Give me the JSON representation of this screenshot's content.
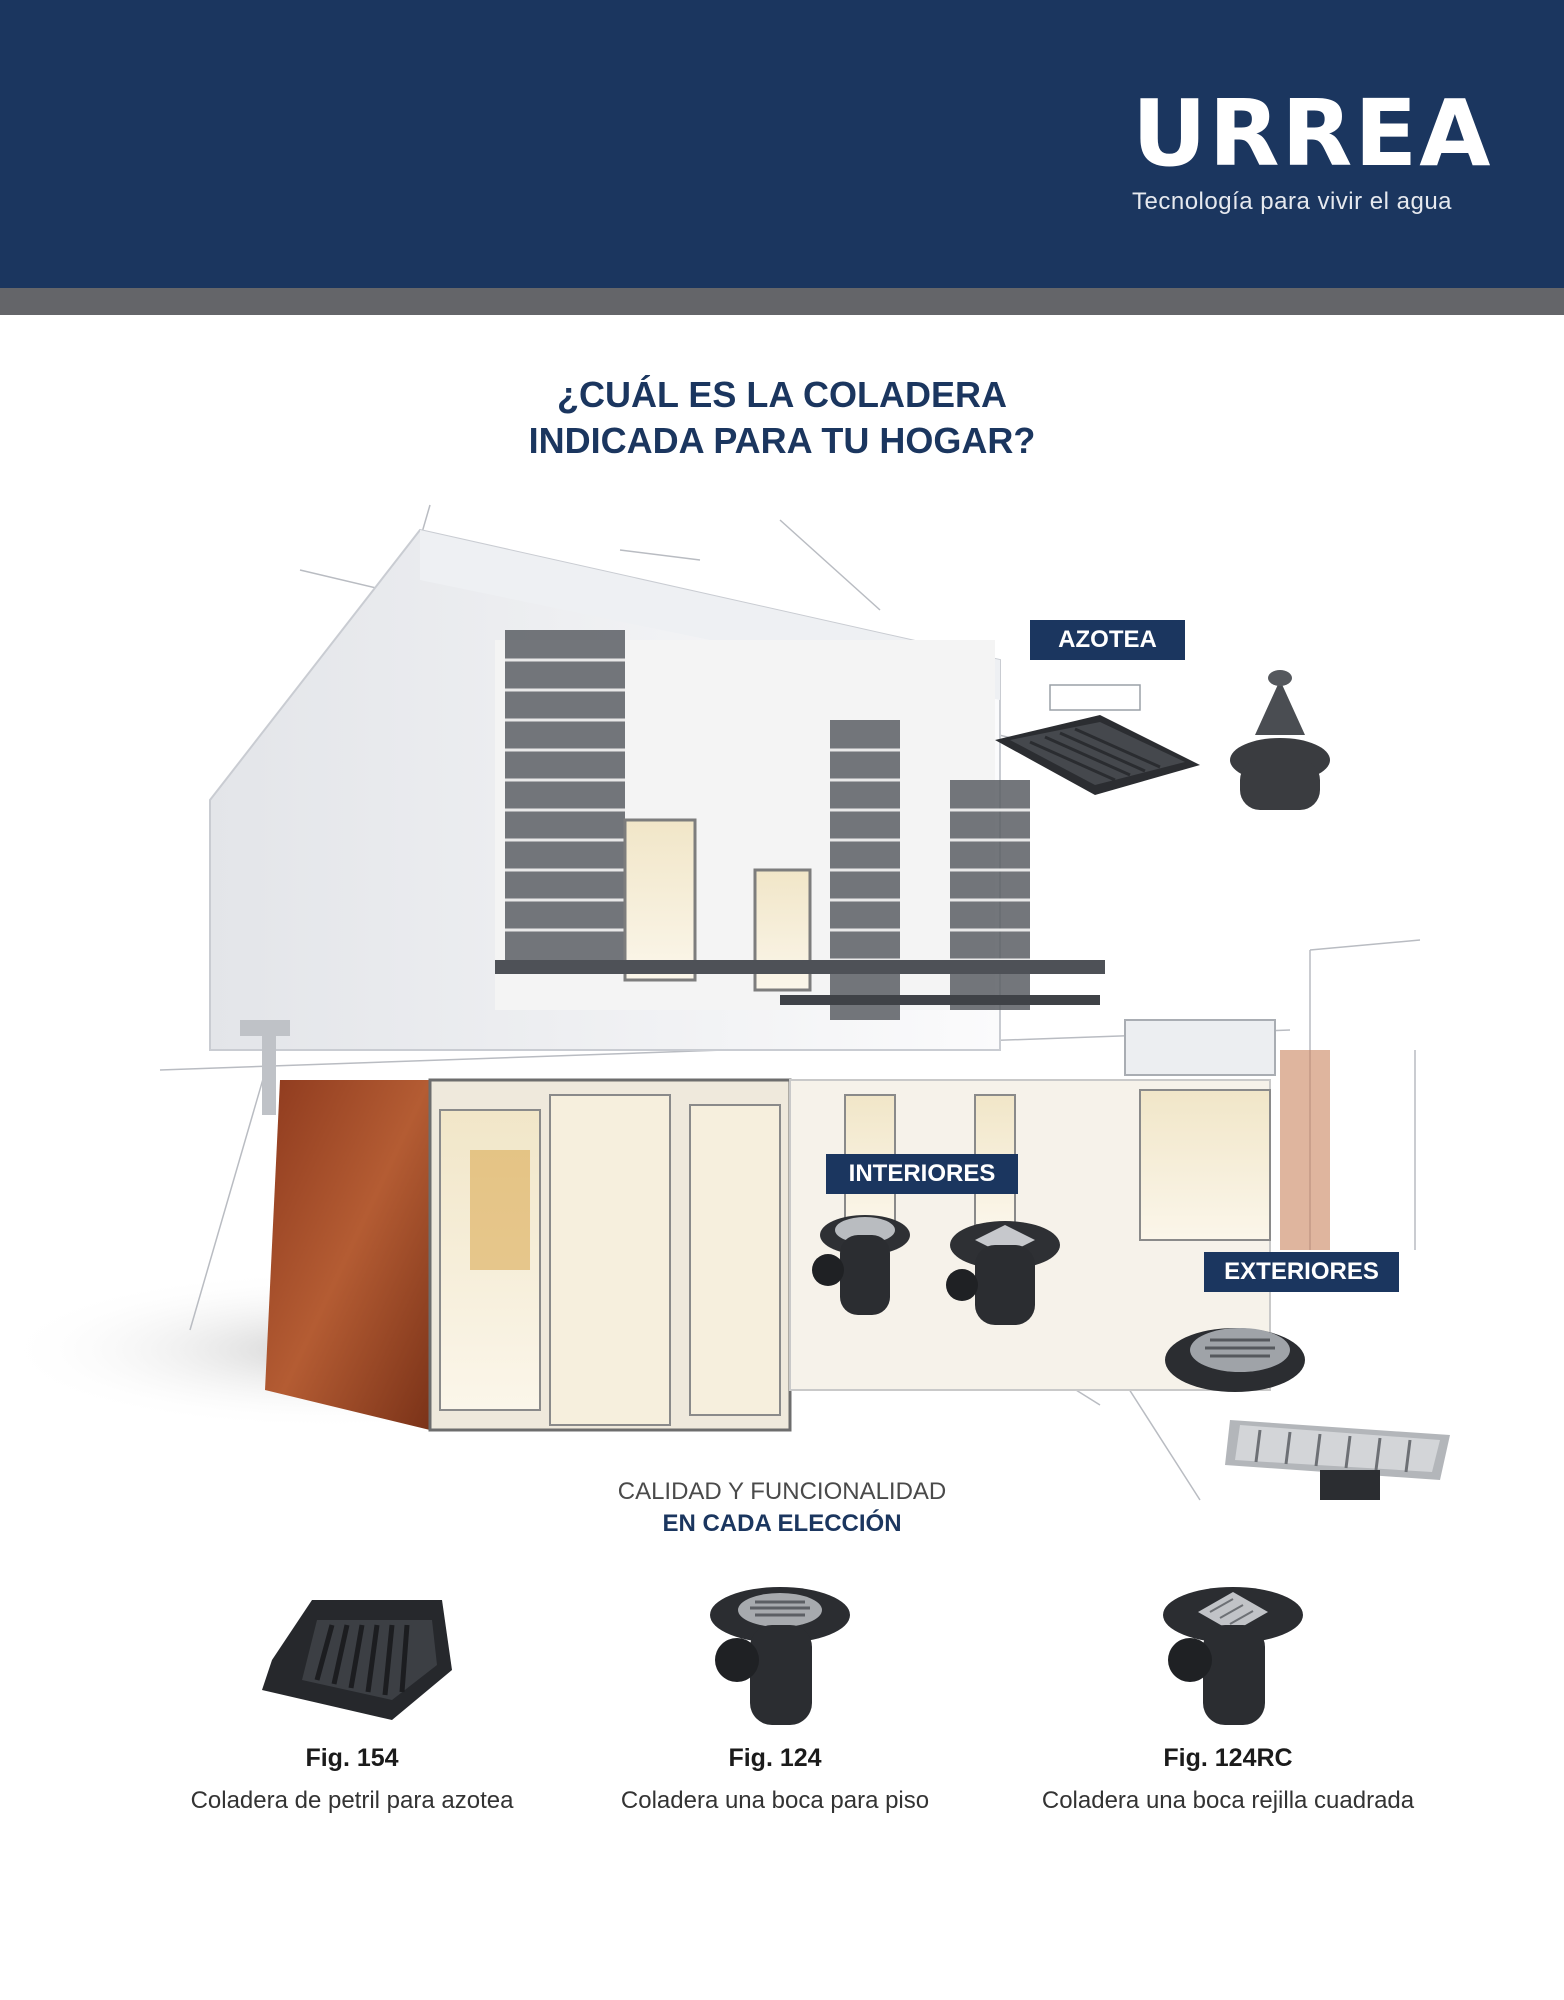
{
  "brand": {
    "name": "URREA",
    "registered": "®",
    "tagline": "Tecnología para vivir el agua"
  },
  "headline": {
    "line1": "¿CUÁL ES LA COLADERA",
    "line2": "INDICADA PARA TU HOGAR?"
  },
  "zones": {
    "azotea": "AZOTEA",
    "interiores": "INTERIORES",
    "exteriores": "EXTERIORES"
  },
  "quality": {
    "line1": "CALIDAD Y FUNCIONALIDAD",
    "line2": "EN CADA ELECCIÓN"
  },
  "products": [
    {
      "fig": "Fig. 154",
      "description": "Coladera de petril para azotea"
    },
    {
      "fig": "Fig. 124",
      "description": "Coladera una boca para piso"
    },
    {
      "fig": "Fig. 124RC",
      "description": "Coladera una boca rejilla cuadrada"
    }
  ],
  "colors": {
    "navy": "#1b365f",
    "stripe_gray": "#646569",
    "copper": "#a9512c"
  }
}
